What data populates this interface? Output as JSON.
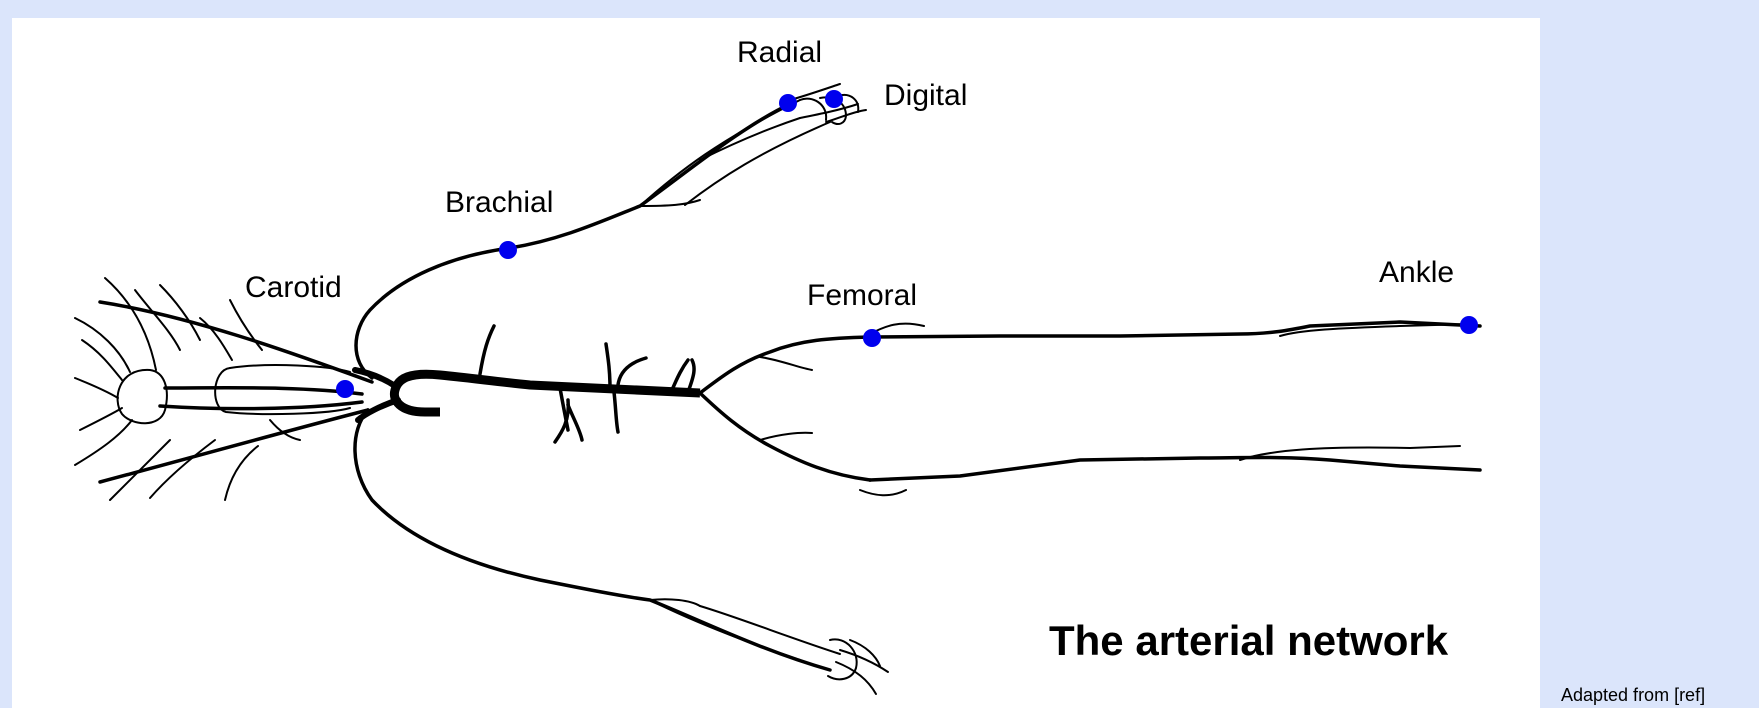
{
  "diagram": {
    "title": "The arterial network",
    "credit": "Adapted from [ref]",
    "measurement_sites": [
      {
        "id": "radial",
        "label": "Radial"
      },
      {
        "id": "digital",
        "label": "Digital"
      },
      {
        "id": "brachial",
        "label": "Brachial"
      },
      {
        "id": "carotid",
        "label": "Carotid"
      },
      {
        "id": "femoral",
        "label": "Femoral"
      },
      {
        "id": "ankle",
        "label": "Ankle"
      }
    ],
    "site_color": "#0000ee",
    "background_color": "#dbe5fb"
  }
}
